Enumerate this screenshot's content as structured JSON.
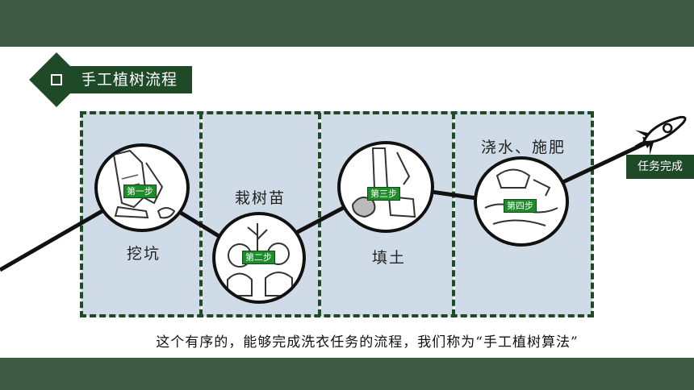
{
  "title": "手工植树流程",
  "steps": [
    {
      "label": "挖坑",
      "badge": "第一步"
    },
    {
      "label": "栽树苗",
      "badge": "第二步"
    },
    {
      "label": "填土",
      "badge": "第三步"
    },
    {
      "label": "浇水、施肥",
      "badge": "第四步"
    }
  ],
  "done_label": "任务完成",
  "caption": "这个有序的，能够完成洗衣任务的流程，我们称为“手工植树算法”",
  "colors": {
    "dark_green": "#1f4a28",
    "header": "#3e5a45",
    "badge_green": "#1e8c2a",
    "panel": "#cfdce8"
  },
  "icons": [
    "rocket-icon",
    "square-icon"
  ]
}
